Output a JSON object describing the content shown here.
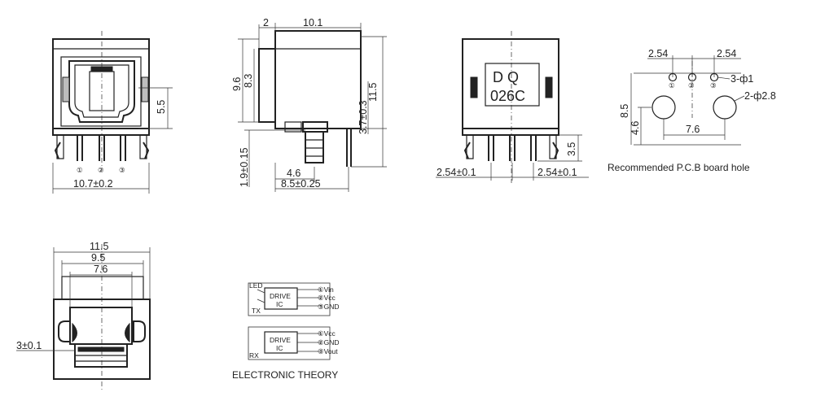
{
  "front_view": {
    "dim_width": "10.7±0.2",
    "dim_height": "5.5",
    "pins": [
      "①",
      "②",
      "③"
    ]
  },
  "side_view": {
    "dim_top_small": "2",
    "dim_top": "10.1",
    "dim_left_outer": "9.6",
    "dim_left_inner": "8.3",
    "dim_right_a": "3.7±0.3",
    "dim_right_b": "11.5",
    "dim_bottom_left": "1.9±0.15",
    "dim_bottom_a": "4.6",
    "dim_bottom_b": "8.5±0.25"
  },
  "back_view": {
    "marking_line1": "D Q",
    "marking_line2": "026C",
    "dim_pitch_left": "2.54±0.1",
    "dim_pitch_right": "2.54±0.1",
    "dim_pin": "3.5"
  },
  "pcb_view": {
    "dim_pitch_left": "2.54",
    "dim_pitch_right": "2.54",
    "hole_small": "3-ф1",
    "hole_large": "2-ф2.8",
    "dim_left_outer": "8.5",
    "dim_left_inner": "4.6",
    "dim_bottom": "7.6",
    "pins": [
      "①",
      "②",
      "③"
    ],
    "caption": "Recommended P.C.B board hole"
  },
  "top_view": {
    "dim_a": "11.5",
    "dim_b": "9.5",
    "dim_c": "7.6",
    "dim_left": "3±0.1"
  },
  "schematic": {
    "tx_led": "LED",
    "tx_ic_1": "DRIVE",
    "tx_ic_2": "IC",
    "tx_label": "TX",
    "tx_pins": [
      "①Vin",
      "②Vcc",
      "③GND"
    ],
    "rx_ic_1": "DRIVE",
    "rx_ic_2": "IC",
    "rx_label": "RX",
    "rx_pins": [
      "①Vcc",
      "②GND",
      "③Vout"
    ],
    "caption": "ELECTRONIC THEORY"
  }
}
